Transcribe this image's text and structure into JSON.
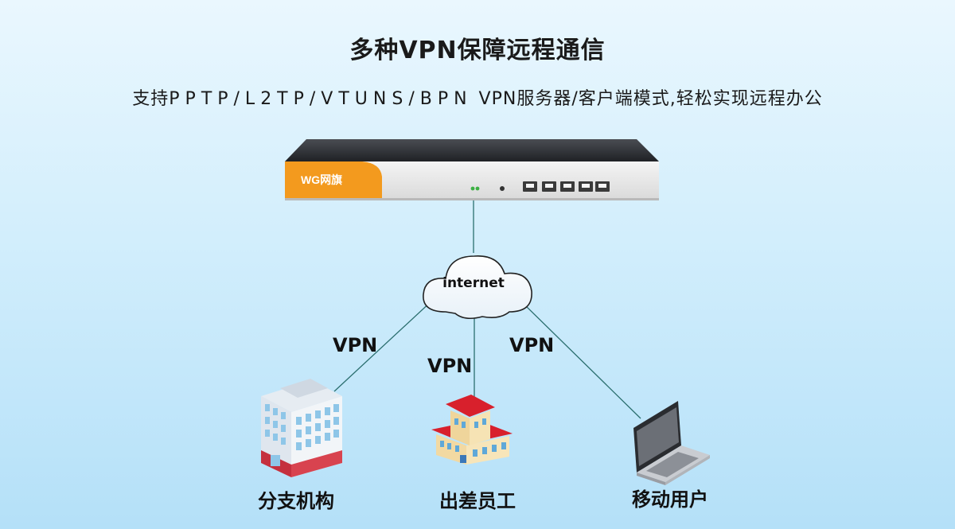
{
  "header": {
    "title": "多种VPN保障远程通信",
    "subtitle_pre": "支持",
    "subtitle_protocols": "PPTP/L2TP/VTUNS/BPN",
    "subtitle_post": " VPN服务器/客户端模式,轻松实现远程办公"
  },
  "router": {
    "brand": "WG网旗"
  },
  "cloud": {
    "label": "internet"
  },
  "links": [
    {
      "label": "VPN"
    },
    {
      "label": "VPN"
    },
    {
      "label": "VPN"
    }
  ],
  "nodes": [
    {
      "label": "分支机构",
      "icon": "office-building-icon"
    },
    {
      "label": "出差员工",
      "icon": "hotel-building-icon"
    },
    {
      "label": "移动用户",
      "icon": "laptop-icon"
    }
  ],
  "colors": {
    "router_orange": "#f39a1e",
    "router_dark": "#2b2d31",
    "line": "#2b6f6f",
    "roof_red": "#d8202c"
  }
}
